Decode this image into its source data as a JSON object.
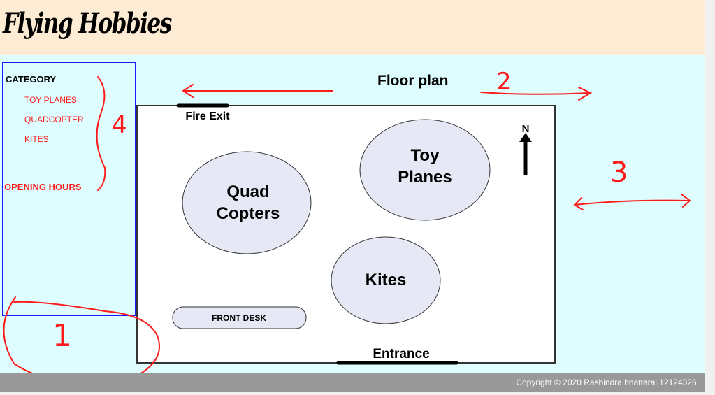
{
  "header": {
    "logo": "Flying Hobbies"
  },
  "sidebar": {
    "category": "CATEGORY",
    "items": [
      "TOY PLANES",
      "QUADCOPTER",
      "KITES"
    ],
    "opening_hours": "OPENING HOURS"
  },
  "main": {
    "title": "Floor plan",
    "plan": {
      "fire_exit": "Fire Exit",
      "entrance": "Entrance",
      "north": "N",
      "front_desk": "FRONT DESK",
      "areas": {
        "quad_1": "Quad",
        "quad_2": "Copters",
        "toy_1": "Toy",
        "toy_2": "Planes",
        "kites": "Kites"
      }
    }
  },
  "annotations": {
    "a1": "1",
    "a2": "2",
    "a3": "3",
    "a4": "4",
    "color": "#ff1a1a"
  },
  "footer": {
    "copyright": "Copyright © 2020 Rasbindra bhattarai 12124326."
  }
}
